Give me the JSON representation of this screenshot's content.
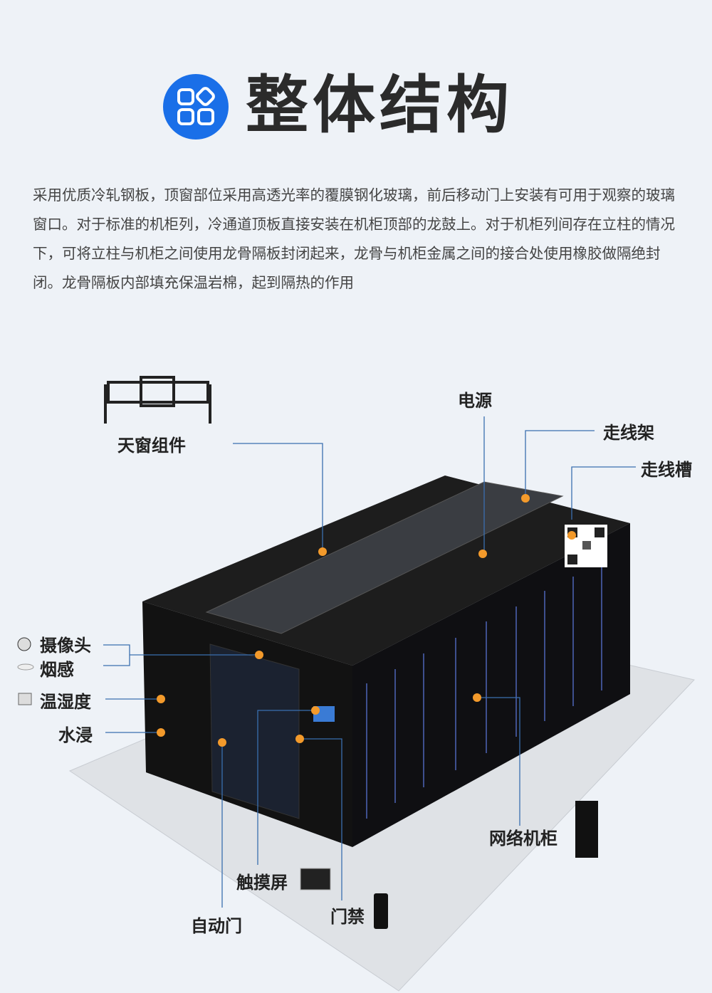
{
  "header": {
    "title": "整体结构",
    "icon": "apps-grid-icon",
    "accent": "#1a6fe8"
  },
  "description": "采用优质冷轧钢板，顶窗部位采用高透光率的覆膜钢化玻璃，前后移动门上安装有可用于观察的玻璃窗口。对于标准的机柜列，冷通道顶板直接安装在机柜顶部的龙鼓上。对于机柜列间存在立柱的情况下，可将立柱与机柜之间使用龙骨隔板封闭起来，龙骨与机柜金属之间的接合处使用橡胶做隔绝封闭。龙骨隔板内部填充保温岩棉，起到隔热的作用",
  "labels": {
    "skylight": "天窗组件",
    "power": "电源",
    "cable_rack": "走线架",
    "cable_trough": "走线槽",
    "camera": "摄像头",
    "smoke": "烟感",
    "temp_humidity": "温湿度",
    "water": "水浸",
    "network_cabinet": "网络机柜",
    "touchscreen": "触摸屏",
    "access_control": "门禁",
    "auto_door": "自动门"
  },
  "colors": {
    "marker": "#f39a2b",
    "leader": "#3a6fb0",
    "cabinet": "#151515"
  }
}
